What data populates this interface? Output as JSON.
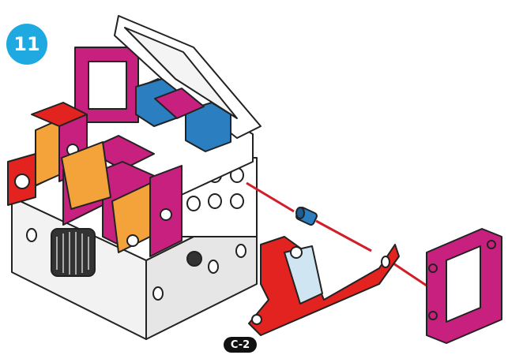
{
  "step": {
    "number": "11",
    "badge_color": "#1fa9e1"
  },
  "page": {
    "label": "C-2"
  },
  "colors": {
    "magenta": "#c8207e",
    "blue": "#2b7fc0",
    "orange": "#f3a33a",
    "red": "#e3231f",
    "white": "#ffffff",
    "outline": "#222222",
    "gray": "#dcdcdc"
  },
  "parts": [
    {
      "name": "assembled-cube-model"
    },
    {
      "name": "blue-axle-peg"
    },
    {
      "name": "red-mirror-bracket"
    },
    {
      "name": "magenta-square-frame"
    }
  ]
}
